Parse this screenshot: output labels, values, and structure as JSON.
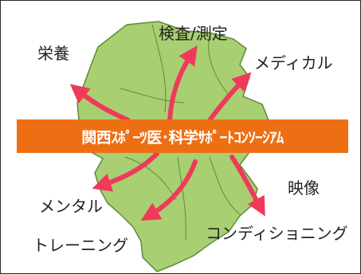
{
  "banner": {
    "text": "関西ｽﾎﾟｰﾂ医･科学ｻﾎﾟｰﾄｺﾝｿｰｼｱﾑ",
    "color": "#ee6f13"
  },
  "map": {
    "fill_color": "#a8cf72",
    "border_color": "#5f8a3a",
    "arrow_color": "#ef3a5b"
  },
  "labels": {
    "nutrition": "栄養",
    "inspection": "検査/測定",
    "medical": "メディカル",
    "mental": "メンタル",
    "training": "トレーニング",
    "video": "映像",
    "conditioning": "コンディショニング"
  }
}
